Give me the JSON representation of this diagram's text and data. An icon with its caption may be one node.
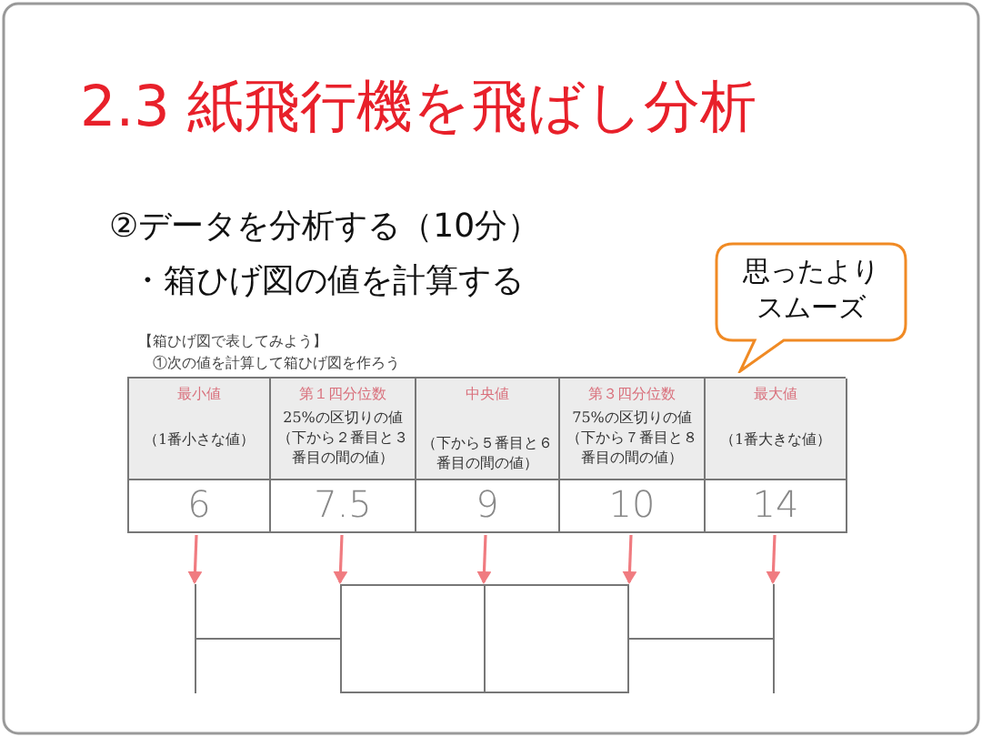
{
  "diagram": {
    "title": "2.3 紙飛行機を飛ばし分析",
    "nodes": [
      {
        "text": [
          "思ったよりスムーズ"
        ]
      },
      {
        "text": [
          "6"
        ]
      },
      {
        "text": [
          "7.5"
        ]
      },
      {
        "text": [
          "9"
        ]
      },
      {
        "text": [
          "10"
        ]
      },
      {
        "text": [
          "14"
        ]
      },
      {
        "text": [],
        "shape": "bar"
      },
      {
        "text": [],
        "shape": "box"
      },
      {
        "text": [],
        "shape": "box"
      },
      {
        "text": [],
        "shape": "bar"
      }
    ],
    "edges": [
      {
        "from": 1,
        "to": 6,
        "arrow": "to",
        "color": "#f07b80"
      },
      {
        "from": 2,
        "to": 7,
        "arrow": "to",
        "color": "#f07b80"
      },
      {
        "from": 3,
        "to": 7,
        "arrow": "to",
        "color": "#f07b80"
      },
      {
        "from": 4,
        "to": 8,
        "arrow": "to",
        "color": "#f07b80"
      },
      {
        "from": 5,
        "to": 9,
        "arrow": "to",
        "color": "#f07b80"
      },
      {
        "from": 6,
        "to": 7,
        "arrow": "none",
        "color": "#777777"
      },
      {
        "from": 8,
        "to": 9,
        "arrow": "none",
        "color": "#777777"
      }
    ],
    "labels": [
      "②データを分析する（10分）",
      "・箱ひげ図の値を計算する",
      "【箱ひげ図で表してみよう】",
      "①次の値を計算して箱ひげ図を作ろう",
      "最小値",
      "（1番小さな値）",
      "第１四分位数",
      "25%の区切りの値",
      "（下から２番目と３番目の間の値）",
      "中央値",
      "（下から５番目と６番目の間の値）",
      "第３四分位数",
      "75%の区切りの値",
      "（下から７番目と８番目の間の値）",
      "最大値",
      "（1番大きな値）"
    ]
  }
}
